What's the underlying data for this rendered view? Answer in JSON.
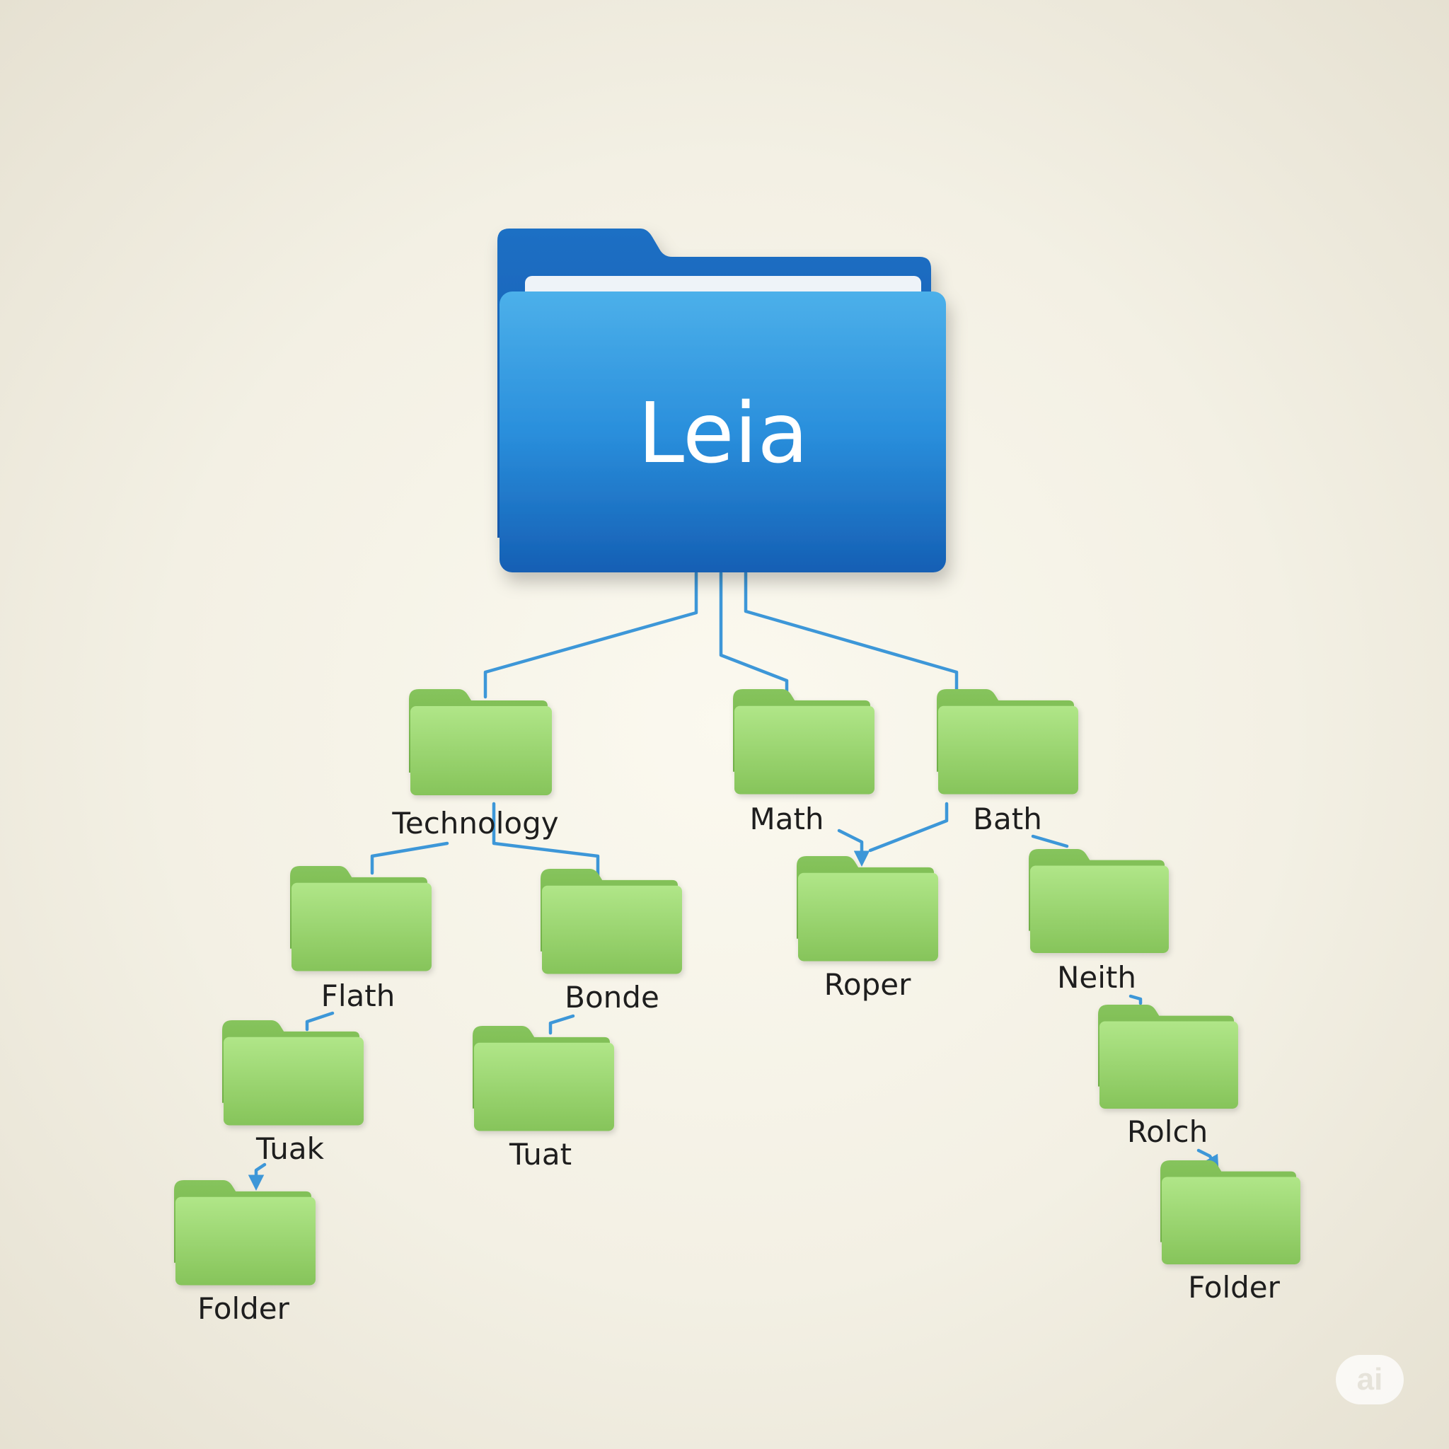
{
  "root": {
    "label": "Leia",
    "color": "#1f7fd0"
  },
  "folder_color": "#94cf69",
  "connector_color": "#3d97d8",
  "nodes": {
    "technology": {
      "label": "Technology"
    },
    "math": {
      "label": "Math"
    },
    "bath": {
      "label": "Bath"
    },
    "flath": {
      "label": "Flath"
    },
    "bonde": {
      "label": "Bonde"
    },
    "roper": {
      "label": "Roper"
    },
    "neith": {
      "label": "Neith"
    },
    "tuak": {
      "label": "Tuak"
    },
    "tuat": {
      "label": "Tuat"
    },
    "rolch": {
      "label": "Rolch"
    },
    "folder_left": {
      "label": "Folder"
    },
    "folder_right": {
      "label": "Folder"
    }
  },
  "badge": {
    "label": "ai"
  }
}
